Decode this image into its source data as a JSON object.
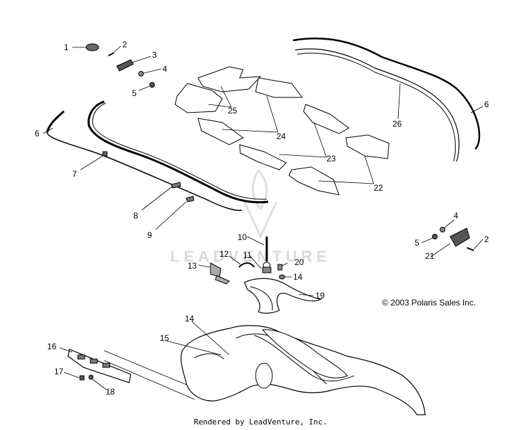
{
  "watermark": {
    "text": "LEADVENTURE"
  },
  "copyright": "© 2003 Polaris Sales Inc.",
  "footer": "Rendered by LeadVenture, Inc.",
  "callouts": [
    {
      "id": "c1",
      "label": "1"
    },
    {
      "id": "c2a",
      "label": "2"
    },
    {
      "id": "c3",
      "label": "3"
    },
    {
      "id": "c4a",
      "label": "4"
    },
    {
      "id": "c5a",
      "label": "5"
    },
    {
      "id": "c6a",
      "label": "6"
    },
    {
      "id": "c6b",
      "label": "6"
    },
    {
      "id": "c7",
      "label": "7"
    },
    {
      "id": "c8",
      "label": "8"
    },
    {
      "id": "c9",
      "label": "9"
    },
    {
      "id": "c10",
      "label": "10"
    },
    {
      "id": "c11",
      "label": "11"
    },
    {
      "id": "c12",
      "label": "12"
    },
    {
      "id": "c13",
      "label": "13"
    },
    {
      "id": "c14a",
      "label": "14"
    },
    {
      "id": "c14b",
      "label": "14"
    },
    {
      "id": "c15",
      "label": "15"
    },
    {
      "id": "c16",
      "label": "16"
    },
    {
      "id": "c17",
      "label": "17"
    },
    {
      "id": "c18",
      "label": "18"
    },
    {
      "id": "c19",
      "label": "19"
    },
    {
      "id": "c20",
      "label": "20"
    },
    {
      "id": "c21",
      "label": "21"
    },
    {
      "id": "c22",
      "label": "22"
    },
    {
      "id": "c23",
      "label": "23"
    },
    {
      "id": "c24",
      "label": "24"
    },
    {
      "id": "c25",
      "label": "25"
    },
    {
      "id": "c26",
      "label": "26"
    },
    {
      "id": "c2b",
      "label": "2"
    },
    {
      "id": "c4b",
      "label": "4"
    },
    {
      "id": "c5b",
      "label": "5"
    }
  ]
}
